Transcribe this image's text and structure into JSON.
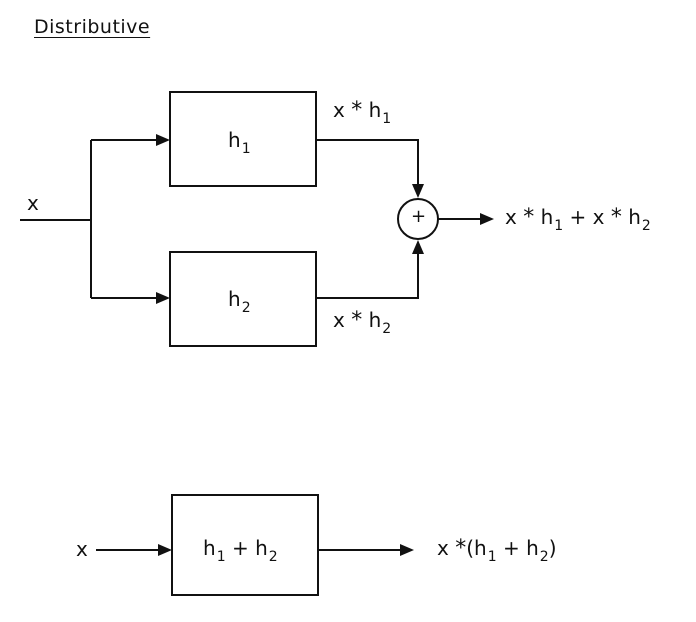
{
  "title": "Distributive",
  "top": {
    "input": "x",
    "box1": {
      "base": "h",
      "sub": "1"
    },
    "box2": {
      "base": "h",
      "sub": "2"
    },
    "path1": {
      "var": "x",
      "op": "*",
      "base": "h",
      "sub": "1"
    },
    "path2": {
      "var": "x",
      "op": "*",
      "base": "h",
      "sub": "2"
    },
    "adder_symbol": "+",
    "output": {
      "var1": "x",
      "op1": "*",
      "base1": "h",
      "sub1": "1",
      "plus": "+",
      "var2": "x",
      "op2": "*",
      "base2": "h",
      "sub2": "2"
    }
  },
  "bottom": {
    "input": "x",
    "box": {
      "base1": "h",
      "sub1": "1",
      "plus": "+",
      "base2": "h",
      "sub2": "2"
    },
    "output": {
      "var": "x",
      "op": "*",
      "open": "(",
      "base1": "h",
      "sub1": "1",
      "plus": "+",
      "base2": "h",
      "sub2": "2",
      "close": ")"
    }
  }
}
